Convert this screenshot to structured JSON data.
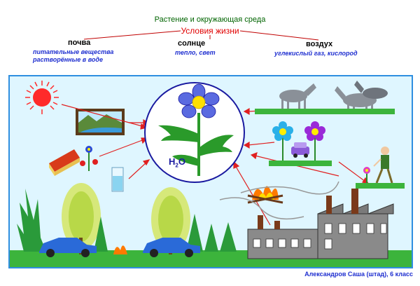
{
  "header": {
    "title": "Растение и окружающая среда",
    "subtitle": "Условия жизни"
  },
  "factors": {
    "soil": {
      "label": "почва",
      "note_line1": "питательные вещества",
      "note_line2": "растворённые в воде"
    },
    "sun": {
      "label": "солнце",
      "note": "тепло, свет"
    },
    "air": {
      "label": "воздух",
      "note": "углекислый газ, кислород"
    }
  },
  "center": {
    "formula_main": "H",
    "formula_sub": "2",
    "formula_end": "O"
  },
  "footer": {
    "author": "Александров Саша (штад), 6 класс"
  },
  "colors": {
    "title": "#006400",
    "subtitle": "#e00000",
    "notes": "#1f2fd0",
    "frame": "#2f8fe0",
    "arrows": "#e02020"
  }
}
